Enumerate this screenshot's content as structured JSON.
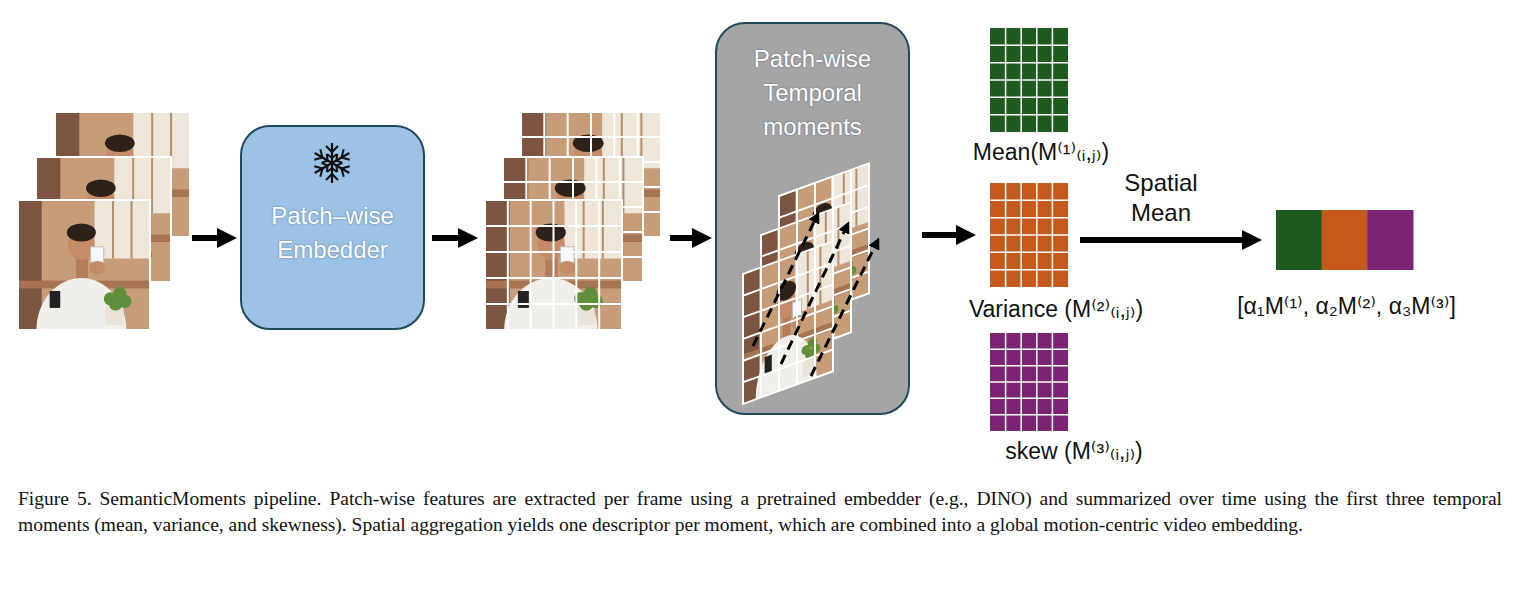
{
  "diagram": {
    "caption": "Figure 5. SemanticMoments pipeline. Patch-wise features are extracted per frame using a pretrained embedder (e.g., DINO) and summarized over time using the first three temporal moments (mean, variance, and skewness). Spatial aggregation yields one descriptor per moment, which are combined into a global motion-centric video embedding.",
    "nodes": [
      {
        "text": [
          "Patch–wise Embedder"
        ]
      },
      {
        "text": [
          "Patch-wise Temporal moments"
        ]
      },
      {
        "text": [
          "Mean(M⁽¹⁾₍ᵢ,ⱼ₎)"
        ]
      },
      {
        "text": [
          "Variance (M⁽²⁾₍ᵢ,ⱼ₎)"
        ]
      },
      {
        "text": [
          "skew (M⁽³⁾₍ᵢ,ⱼ₎)"
        ]
      },
      {
        "text": [
          "[α₁M⁽¹⁾, α₂M⁽²⁾, α₃M⁽³⁾]"
        ]
      }
    ],
    "edges": [
      {
        "from": 1,
        "to": 3,
        "arrow": "to"
      },
      {
        "from": 3,
        "to": 5,
        "arrow": "to",
        "label": "Spatial Mean"
      }
    ]
  }
}
